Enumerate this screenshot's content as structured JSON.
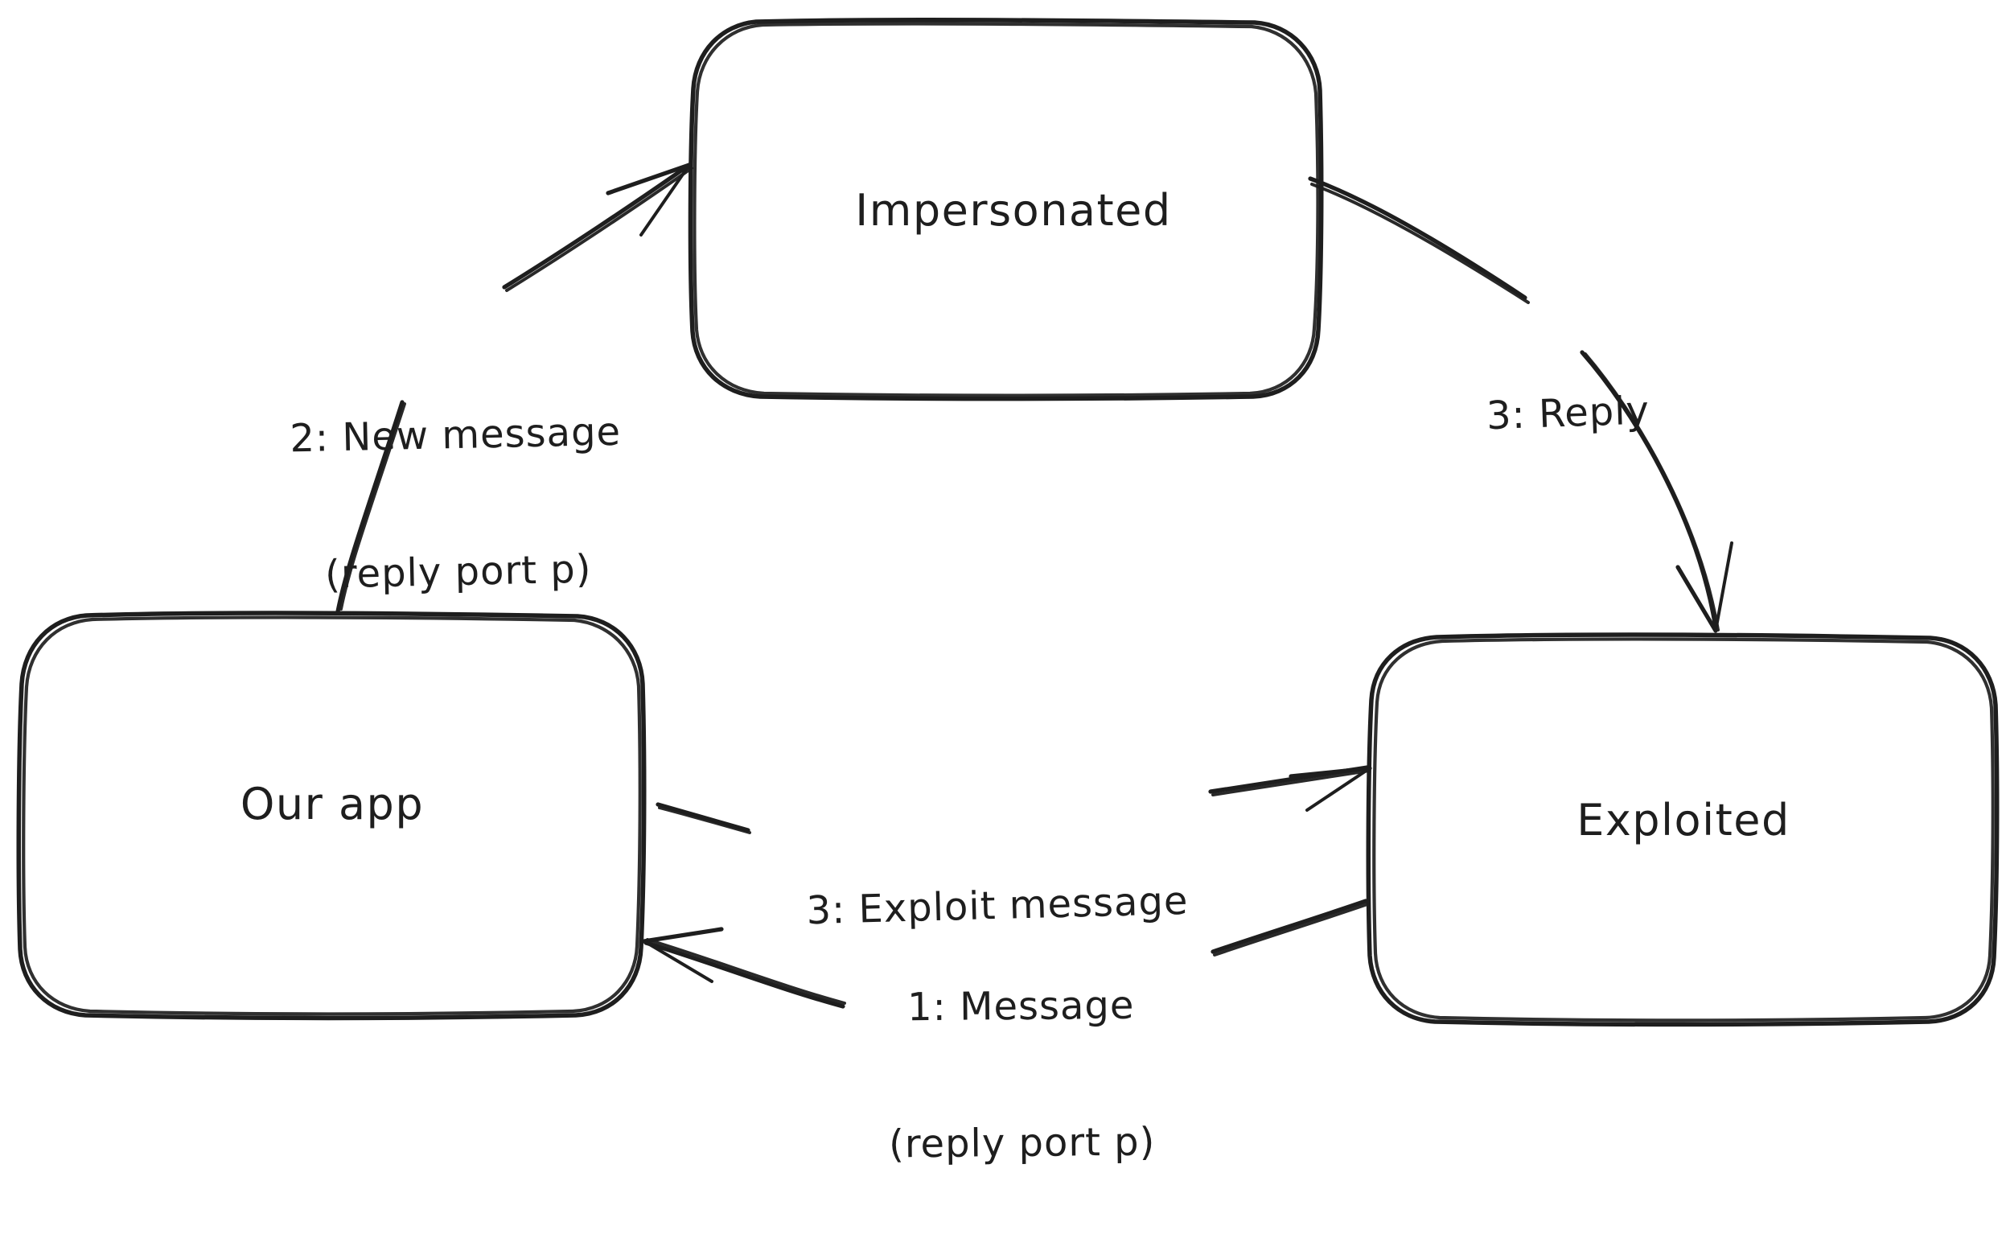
{
  "diagram": {
    "type": "hand-drawn-sequence-graph",
    "background_color": "#ffffff",
    "stroke_color": "#1e1e1e",
    "nodes": [
      {
        "id": "impersonated",
        "label": "Impersonated"
      },
      {
        "id": "our-app",
        "label": "Our app"
      },
      {
        "id": "exploited",
        "label": "Exploited"
      }
    ],
    "edges": [
      {
        "id": "new-message",
        "from": "our-app",
        "to": "impersonated",
        "label_line1": "2: New message",
        "label_line2": "(reply port p)",
        "arrow": "end"
      },
      {
        "id": "reply",
        "from": "impersonated",
        "to": "exploited",
        "label_line1": "3: Reply",
        "label_line2": "",
        "arrow": "end"
      },
      {
        "id": "exploit-message",
        "from": "our-app",
        "to": "exploited",
        "label_line1": "3: Exploit message",
        "label_line2": "",
        "arrow": "end"
      },
      {
        "id": "message",
        "from": "exploited",
        "to": "our-app",
        "label_line1": "1: Message",
        "label_line2": "(reply port p)",
        "arrow": "end"
      }
    ]
  }
}
